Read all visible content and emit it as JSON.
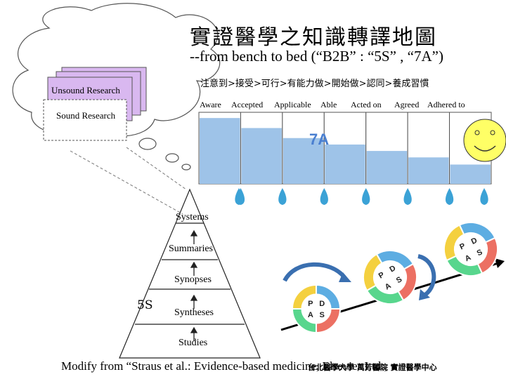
{
  "header": {
    "title": "實證醫學之知識轉譯地圖",
    "subtitle": "--from bench to bed (“B2B” : “5S” , “7A”)"
  },
  "chain": {
    "chinese": "注意到>接受>可行>有能力做>開始做>認同>養成習慣",
    "stages": [
      "Aware",
      "Accepted",
      "Applicable",
      "Able",
      "Acted on",
      "Agreed",
      "Adhered to"
    ],
    "fill_fractions": [
      0.92,
      0.78,
      0.64,
      0.55,
      0.46,
      0.37,
      0.27
    ],
    "label": "7A",
    "label_color": "#4a7fd0",
    "bar_color": "#9ec3e8",
    "drop_color": "#3ba2d6"
  },
  "research": {
    "unsound": "Unsound Research",
    "sound": "Sound Research",
    "doc_color": "#d9b8f0"
  },
  "pyramid": {
    "label": "5S",
    "levels": [
      "Systems",
      "Summaries",
      "Synopses",
      "Syntheses",
      "Studies"
    ]
  },
  "pdsa": {
    "letters": [
      "P",
      "D",
      "A",
      "S"
    ],
    "colors": [
      "#f4d03f",
      "#5dade2",
      "#58d68d",
      "#ec7063"
    ]
  },
  "smiley": {
    "face_color": "#ffff66"
  },
  "footer": {
    "text": "Modify from “Straus et al.: Evidence-based medicine, Elsevier Ltd.,",
    "overlay": "台北醫學大學 萬芳醫院 實證醫學中心"
  }
}
